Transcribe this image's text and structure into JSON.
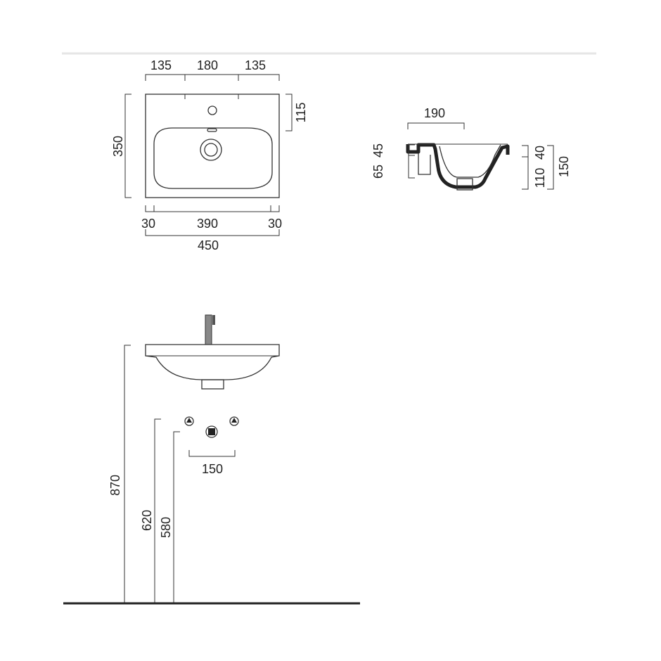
{
  "top_view": {
    "widths": {
      "left": "135",
      "middle": "180",
      "right": "135"
    },
    "height": "350",
    "tap_offset": "115",
    "bottom": {
      "left": "30",
      "middle": "390",
      "right": "30",
      "total": "450"
    }
  },
  "section_view": {
    "depth": "190",
    "left_stack": {
      "upper": "45",
      "lower": "65"
    },
    "right_stack": {
      "upper": "40",
      "lower": "110",
      "total": "150"
    }
  },
  "front_view": {
    "height_basin": "870",
    "height_supply": "620",
    "height_waste": "580",
    "supply_spacing": "150"
  },
  "colors": {
    "line": "#333333",
    "ink": "#222222",
    "rule": "#e6e6e6",
    "floor": "#222222"
  }
}
